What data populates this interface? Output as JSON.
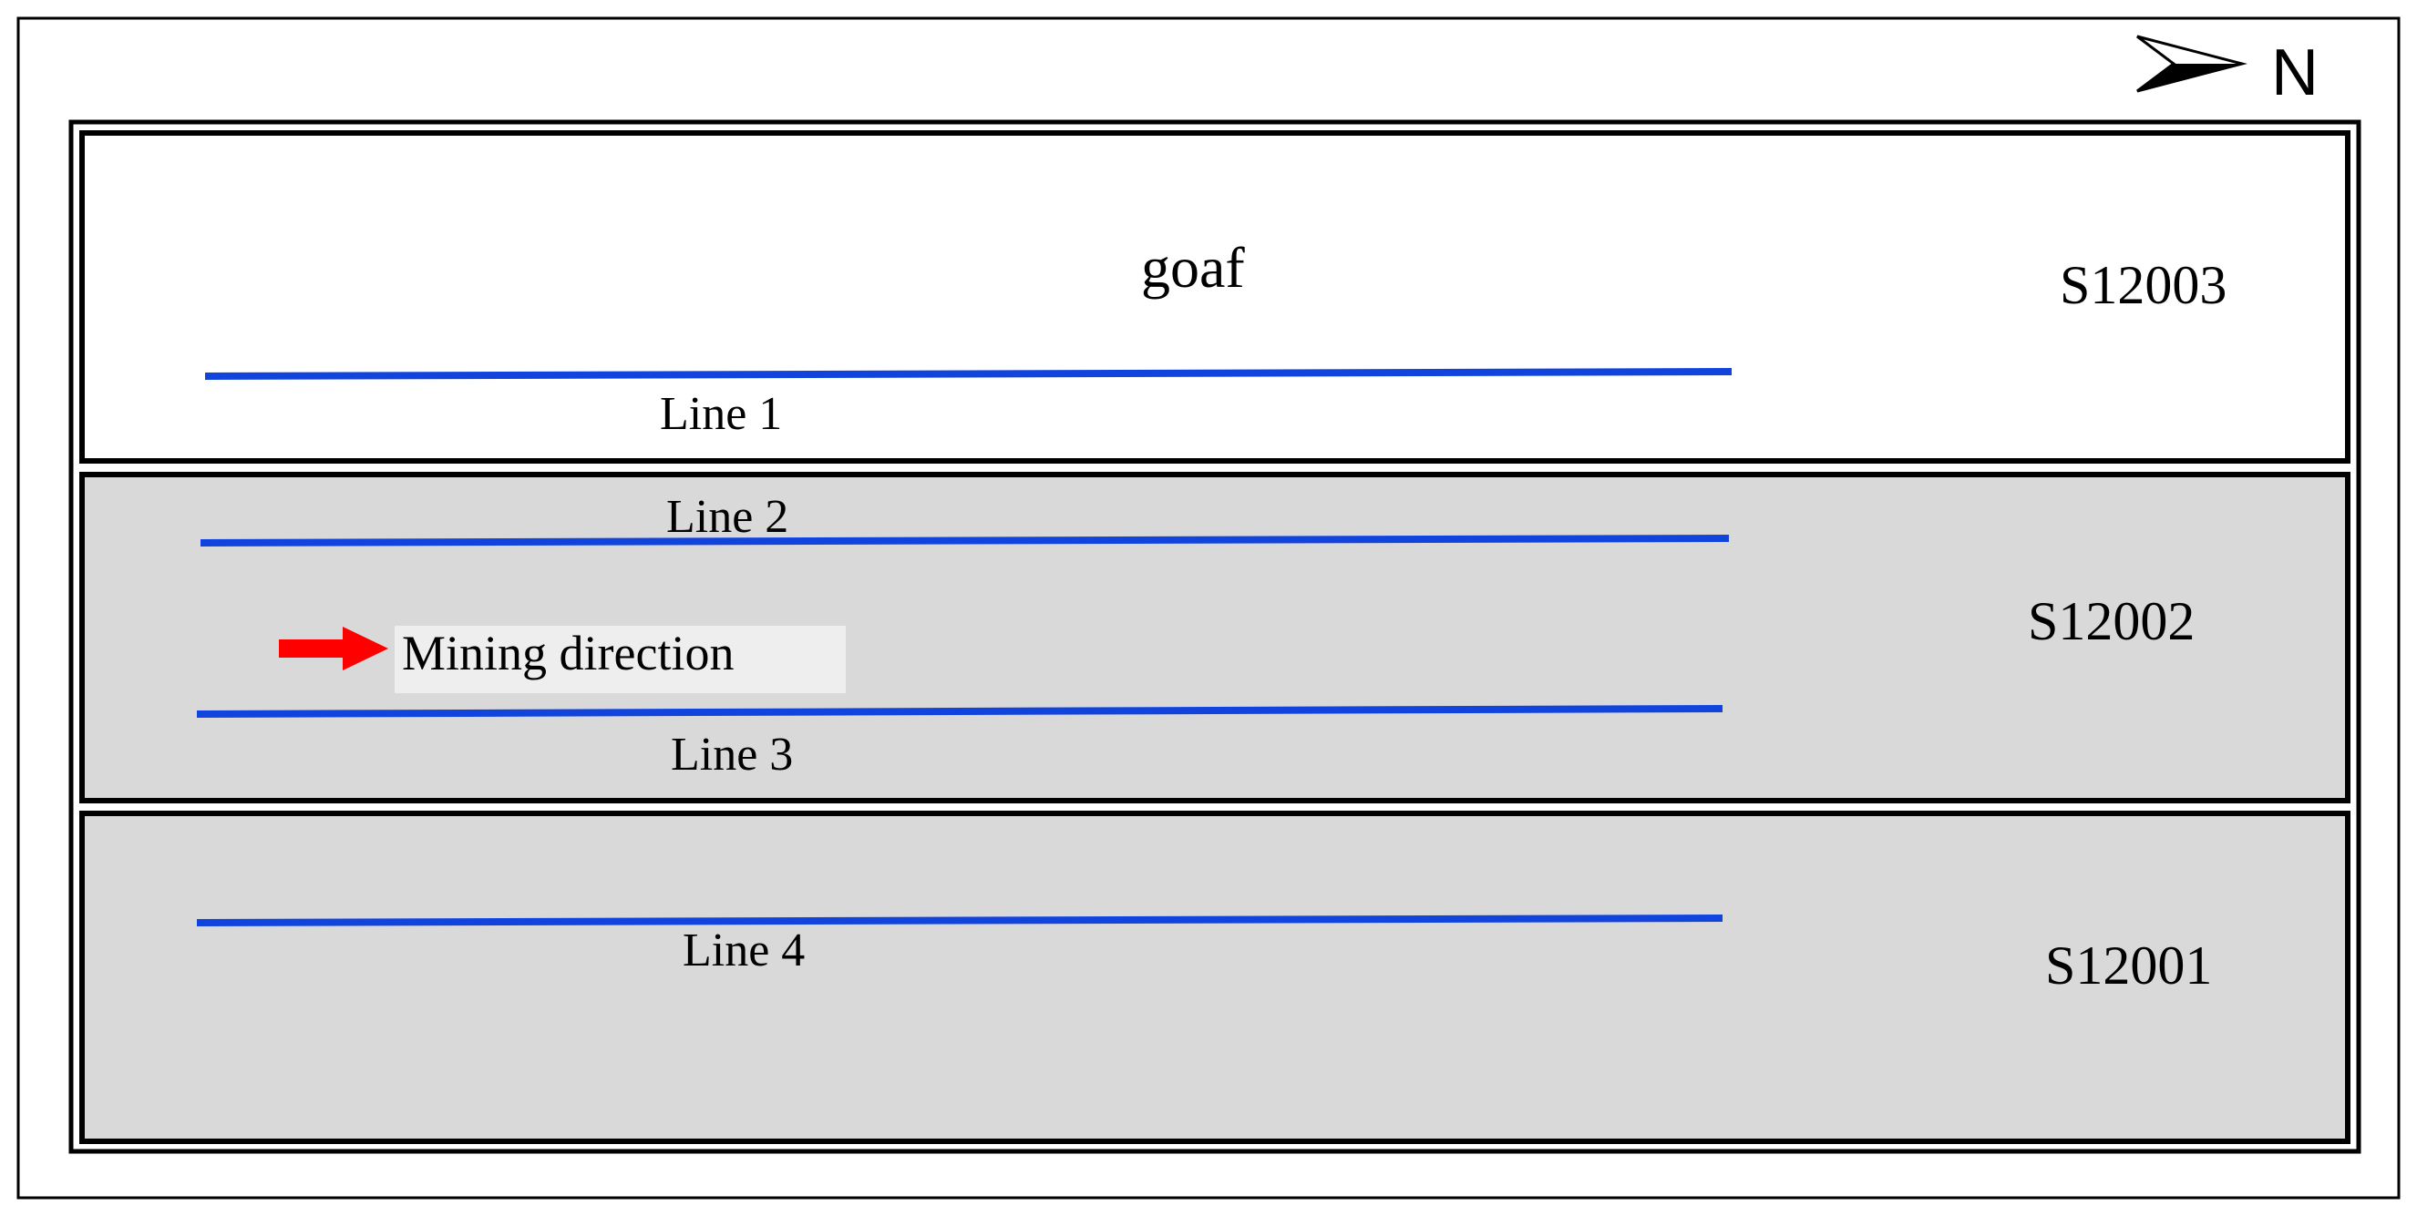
{
  "north_label": "N",
  "goaf_label": "goaf",
  "panels": [
    {
      "id": "S12003",
      "fill": "#ffffff"
    },
    {
      "id": "S12002",
      "fill": "#d9d9d9"
    },
    {
      "id": "S12001",
      "fill": "#d9d9d9"
    }
  ],
  "survey_lines": [
    {
      "label": "Line 1"
    },
    {
      "label": "Line 2"
    },
    {
      "label": "Line 3"
    },
    {
      "label": "Line 4"
    }
  ],
  "mining_direction_label": "Mining direction",
  "colors": {
    "survey_line": "#1144dd",
    "direction_arrow": "#ff0000",
    "label_box": "#eeeeee",
    "border": "#000000"
  }
}
